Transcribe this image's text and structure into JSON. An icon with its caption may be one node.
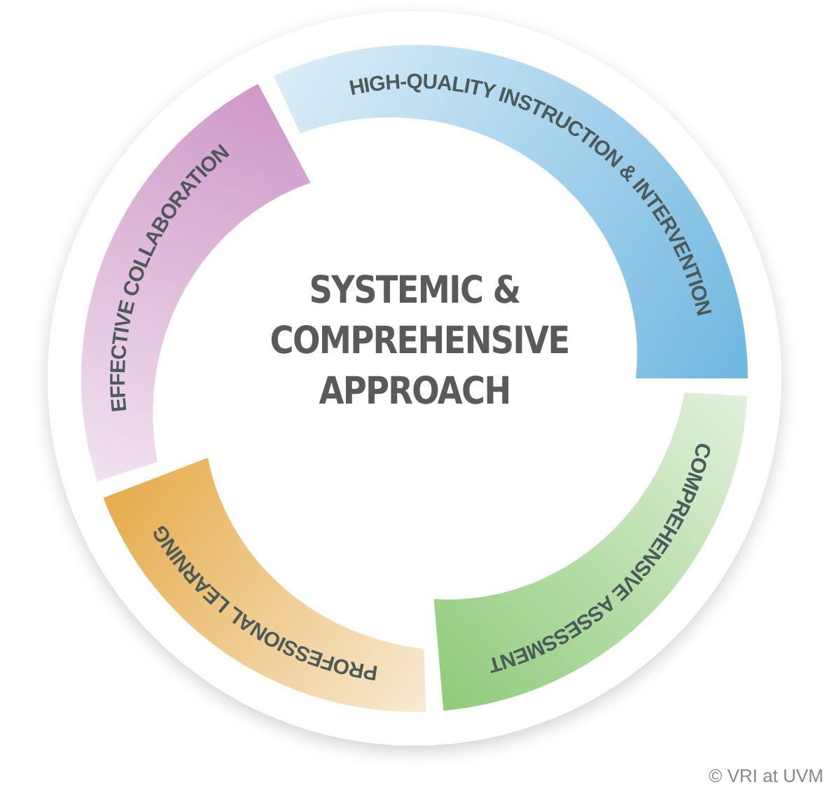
{
  "diagram": {
    "nodes": [
      {
        "text": [
          "HIGH-QUALITY INSTRUCTION & INTERVENTION"
        ]
      },
      {
        "text": [
          "EFFECTIVE COLLABORATION"
        ]
      },
      {
        "text": [
          "SYSTEMIC & COMPREHENSIVE APPROACH"
        ]
      },
      {
        "text": [
          "COMPREHENSIVE ASSESSMENT"
        ]
      },
      {
        "text": [
          "PROFESSIONAL LEARNING"
        ]
      }
    ],
    "labels": [
      "© VRI at UVM"
    ]
  }
}
